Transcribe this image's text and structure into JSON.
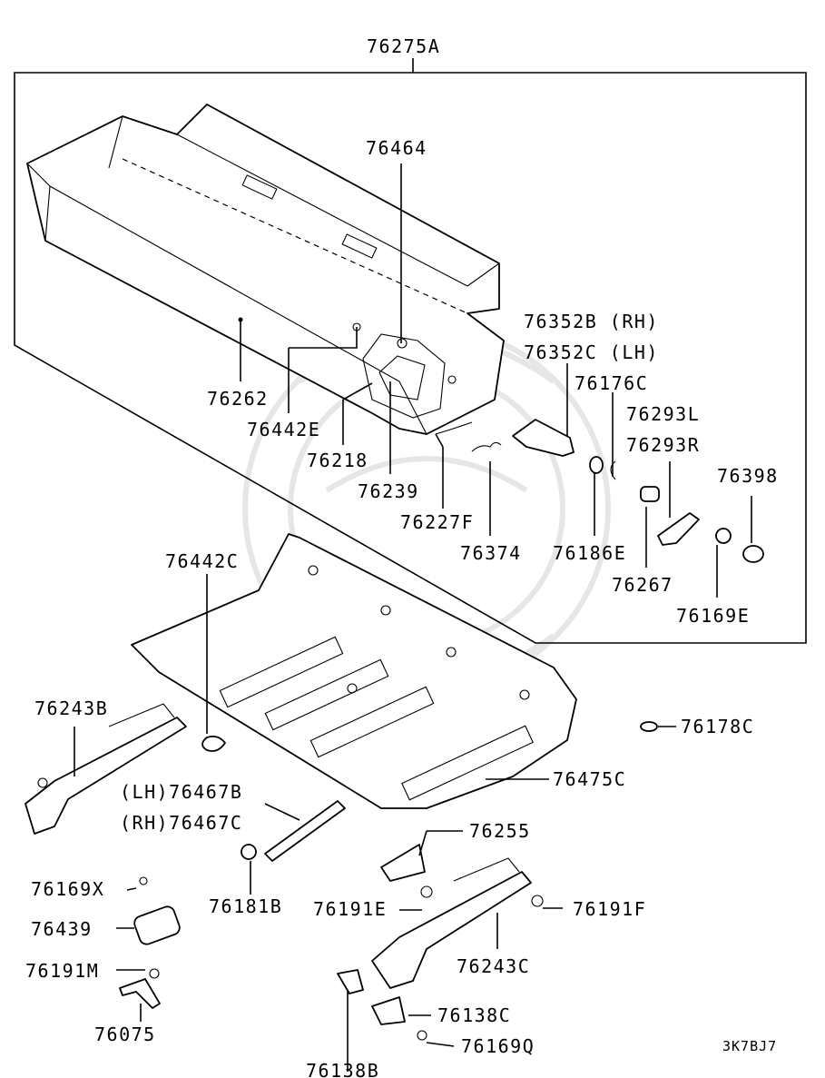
{
  "diagram": {
    "code": "3K7BJ7",
    "labels": {
      "p76275A": "76275A",
      "p76464": "76464",
      "p76352B": "76352B (RH)",
      "p76352C": "76352C (LH)",
      "p76176C": "76176C",
      "p76293L": "76293L",
      "p76293R": "76293R",
      "p76398": "76398",
      "p76262": "76262",
      "p76442E": "76442E",
      "p76218": "76218",
      "p76239": "76239",
      "p76227F": "76227F",
      "p76374": "76374",
      "p76186E": "76186E",
      "p76267": "76267",
      "p76169E": "76169E",
      "p76442C": "76442C",
      "p76243B": "76243B",
      "p76178C": "76178C",
      "p76475C": "76475C",
      "p76467B": "(LH)76467B",
      "p76467C": "(RH)76467C",
      "p76255": "76255",
      "p76169X": "76169X",
      "p76181B": "76181B",
      "p76191E": "76191E",
      "p76191F": "76191F",
      "p76439": "76439",
      "p76243C": "76243C",
      "p76191M": "76191M",
      "p76075": "76075",
      "p76138C": "76138C",
      "p76138B": "76138B",
      "p76169Q": "76169Q"
    }
  }
}
